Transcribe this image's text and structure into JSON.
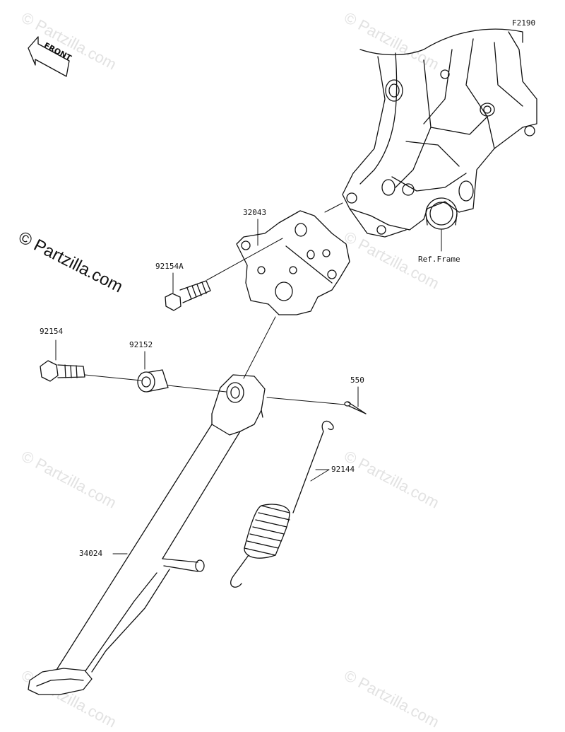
{
  "diagram_code": "F2190",
  "front_label": "FRONT",
  "watermark_text": "© Partzilla.com",
  "parts": {
    "p32043": "32043",
    "p92154A": "92154A",
    "p92154": "92154",
    "p92152": "92152",
    "p550": "550",
    "p92144": "92144",
    "p34024": "34024",
    "ref_frame": "Ref.Frame"
  },
  "colors": {
    "line": "#111111",
    "watermark": "#e2e2e2"
  }
}
